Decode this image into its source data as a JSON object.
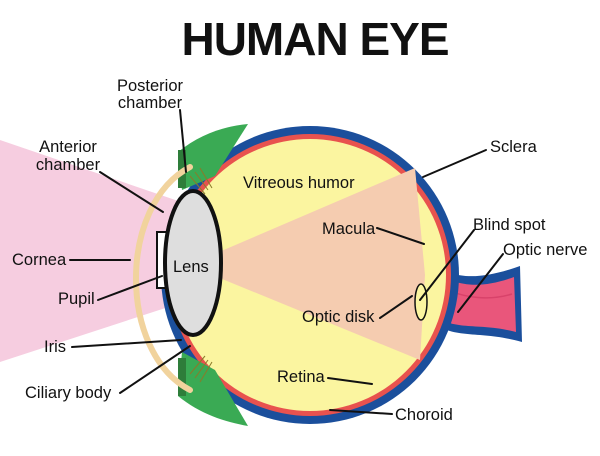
{
  "title": "HUMAN EYE",
  "labels": {
    "posterior_chamber_1": "Posterior",
    "posterior_chamber_2": "chamber",
    "anterior_chamber_1": "Anterior",
    "anterior_chamber_2": "chamber",
    "cornea": "Cornea",
    "pupil": "Pupil",
    "iris": "Iris",
    "ciliary_body": "Ciliary body",
    "lens": "Lens",
    "vitreous_humor": "Vitreous humor",
    "macula": "Macula",
    "optic_disk": "Optic disk",
    "retina": "Retina",
    "choroid": "Choroid",
    "sclera": "Sclera",
    "blind_spot": "Blind spot",
    "optic_nerve": "Optic nerve"
  },
  "colors": {
    "light_beam": "#f6cde0",
    "sclera": "#1b4f9c",
    "choroid": "#e8524e",
    "vitreous": "#fbf5a0",
    "focus_cone": "#f5ccb0",
    "ciliary": "#3aaa54",
    "lens_fill": "#dedede",
    "cornea": "#f1d39d",
    "optic_nerve": "#e9567b"
  }
}
